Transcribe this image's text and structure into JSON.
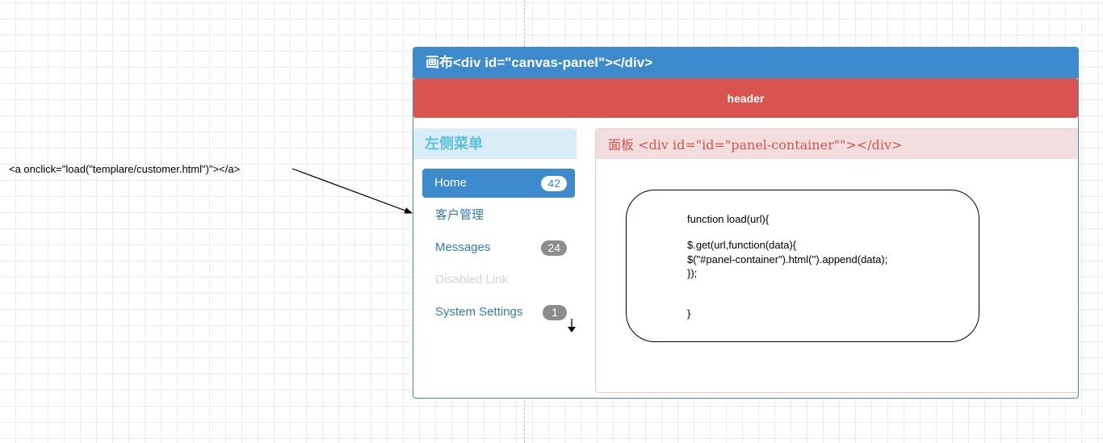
{
  "annotation": {
    "anchor_code": "<a onclick=\"load(\"templare/customer.html\")\"></a>"
  },
  "canvas": {
    "title": "画布<div id=\"canvas-panel\"></div>",
    "header_label": "header"
  },
  "sidebar": {
    "heading": "左侧菜单",
    "items": [
      {
        "label": "Home",
        "badge": "42",
        "state": "active"
      },
      {
        "label": "客户管理",
        "badge": "",
        "state": "normal"
      },
      {
        "label": "Messages",
        "badge": "24",
        "state": "normal"
      },
      {
        "label": "Disabled Link",
        "badge": "",
        "state": "disabled"
      },
      {
        "label": "System Settings",
        "badge": "1",
        "state": "normal"
      }
    ]
  },
  "panel": {
    "heading": "面板 <div id=\"id=\"panel-container\"\"></div>",
    "code_lines": [
      "function load(url){",
      "$.get(url,function(data){",
      "$(\"#panel-container\").html('').append(data);",
      "});",
      "}"
    ]
  },
  "colors": {
    "primary": "#3d8bcd",
    "danger": "#d9534f",
    "info_bg": "#d9edf7",
    "info_text": "#5bc0de",
    "danger_bg": "#f2dede",
    "badge": "#8c8c8c",
    "link": "#337ab7"
  },
  "icons": {
    "arrow_to_menu": "arrow-icon",
    "menu_down": "down-arrow-icon"
  }
}
